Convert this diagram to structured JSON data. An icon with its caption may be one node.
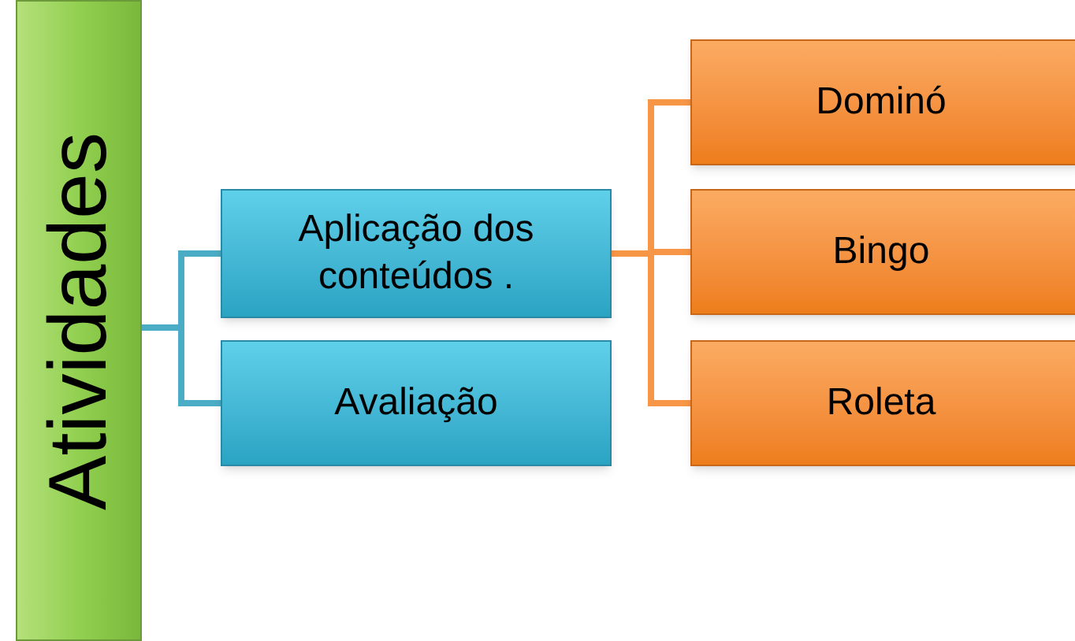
{
  "diagram": {
    "nodes": [
      {
        "text": [
          "Atividades"
        ]
      },
      {
        "text": [
          "Aplicação dos conteúdos ."
        ]
      },
      {
        "text": [
          "Avaliação"
        ]
      },
      {
        "text": [
          "Dominó"
        ]
      },
      {
        "text": [
          "Bingo"
        ]
      },
      {
        "text": [
          "Roleta"
        ]
      }
    ],
    "edges": [
      {
        "from": 0,
        "to": 1,
        "arrow": "none",
        "color": "#4bacc6"
      },
      {
        "from": 0,
        "to": 2,
        "arrow": "none",
        "color": "#4bacc6"
      },
      {
        "from": 1,
        "to": 3,
        "arrow": "none"
      },
      {
        "from": 1,
        "to": 4,
        "arrow": "none"
      },
      {
        "from": 1,
        "to": 5,
        "arrow": "none"
      }
    ]
  }
}
